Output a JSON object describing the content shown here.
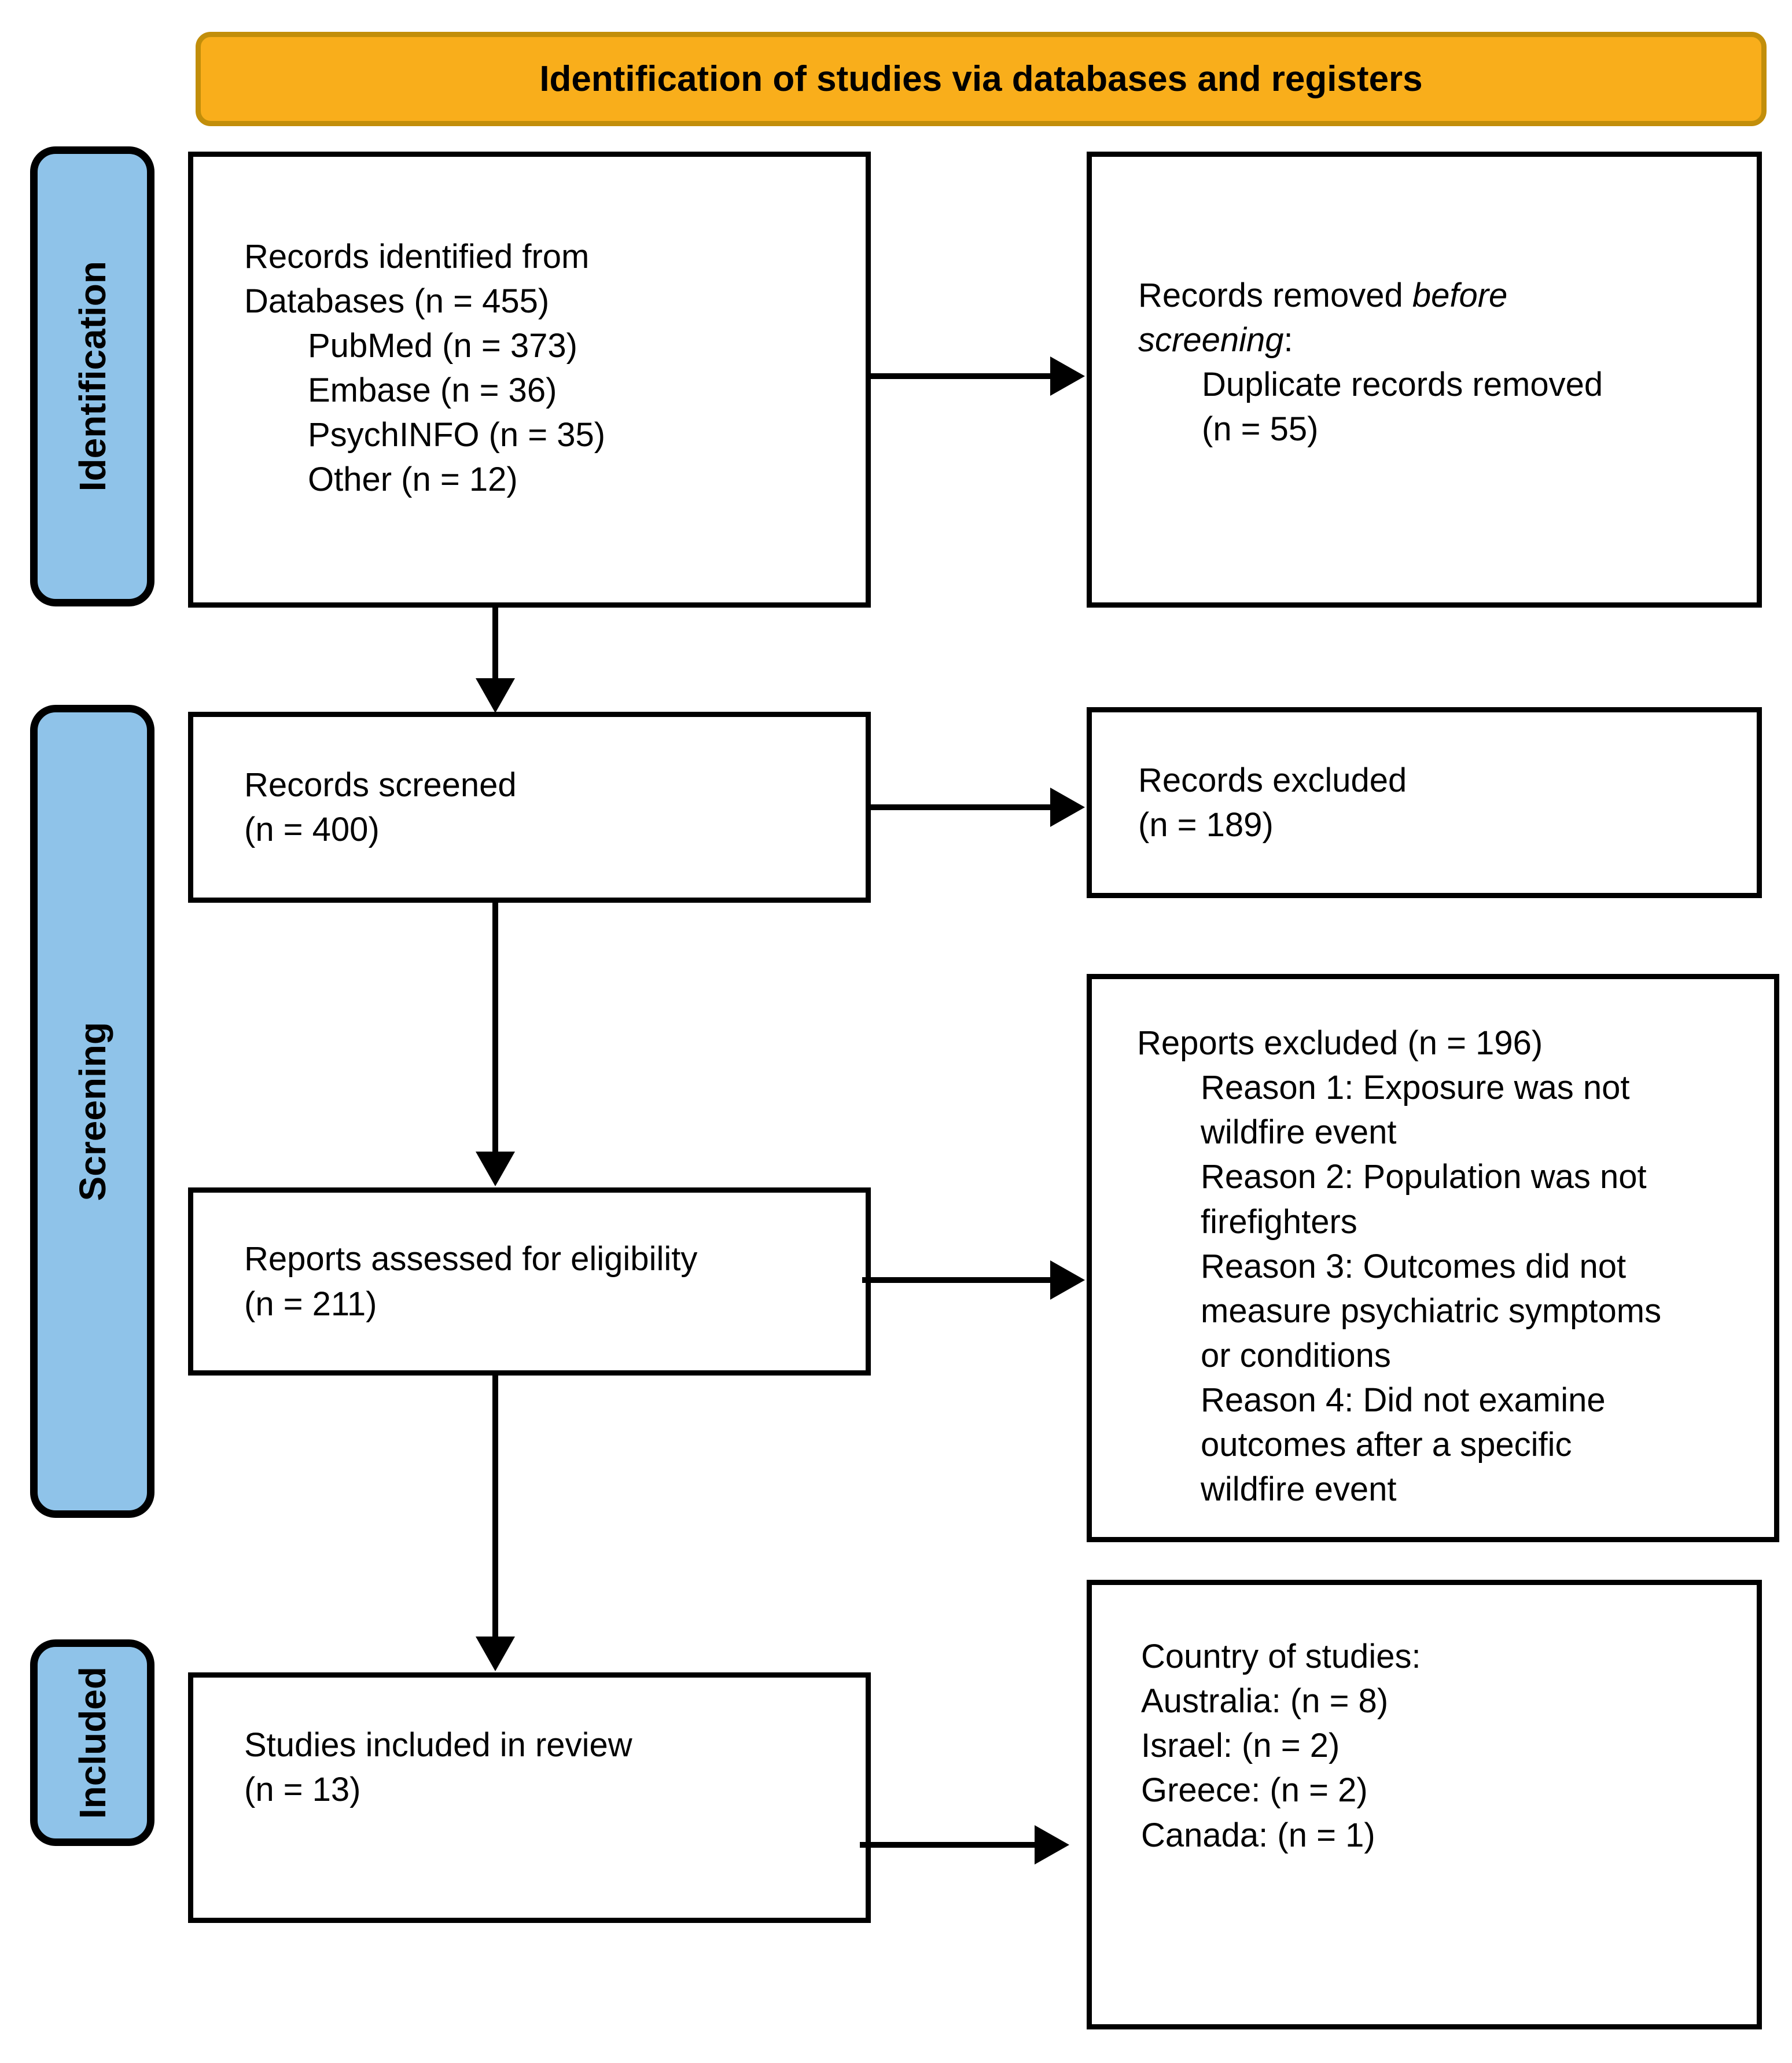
{
  "colors": {
    "banner_fill": "#F9AE1B",
    "banner_border": "#C28E0A",
    "stage_fill": "#8FC3E9",
    "stage_border": "#000000",
    "box_border": "#000000",
    "arrow": "#000000",
    "text": "#000000",
    "background": "#FFFFFF"
  },
  "banner": {
    "title": "Identification of studies via databases and registers"
  },
  "stages": {
    "identification": "Identification",
    "screening": "Screening",
    "included": "Included"
  },
  "boxes": {
    "records_identified": {
      "line1": "Records identified from",
      "line2": "Databases (n = 455)",
      "sub1": "PubMed (n = 373)",
      "sub2": "Embase (n = 36)",
      "sub3": "PsychINFO (n = 35)",
      "sub4": "Other (n = 12)"
    },
    "records_removed": {
      "lead": "Records removed ",
      "italic1": "before",
      "italic2": "screening",
      "colon": ":",
      "sub1": "Duplicate records removed",
      "sub2": "(n = 55)"
    },
    "records_screened": {
      "line1": "Records screened",
      "line2": "(n = 400)"
    },
    "records_excluded": {
      "line1": "Records excluded",
      "line2": "(n = 189)"
    },
    "reports_assessed": {
      "line1": "Reports assessed for eligibility",
      "line2": "(n = 211)"
    },
    "reports_excluded": {
      "line1": "Reports excluded (n = 196)",
      "reason1": "Reason 1: Exposure was not wildfire event",
      "reason2": "Reason 2: Population was not firefighters",
      "reason3": "Reason 3: Outcomes did not measure psychiatric symptoms or conditions",
      "reason4": "Reason 4: Did not examine outcomes after a specific wildfire event"
    },
    "studies_included": {
      "line1": "Studies included in review",
      "line2": "(n = 13)"
    },
    "country": {
      "line1": "Country of studies:",
      "line2": "Australia: (n = 8)",
      "line3": "Israel: (n = 2)",
      "line4": "Greece: (n = 2)",
      "line5": "Canada: (n = 1)"
    }
  }
}
